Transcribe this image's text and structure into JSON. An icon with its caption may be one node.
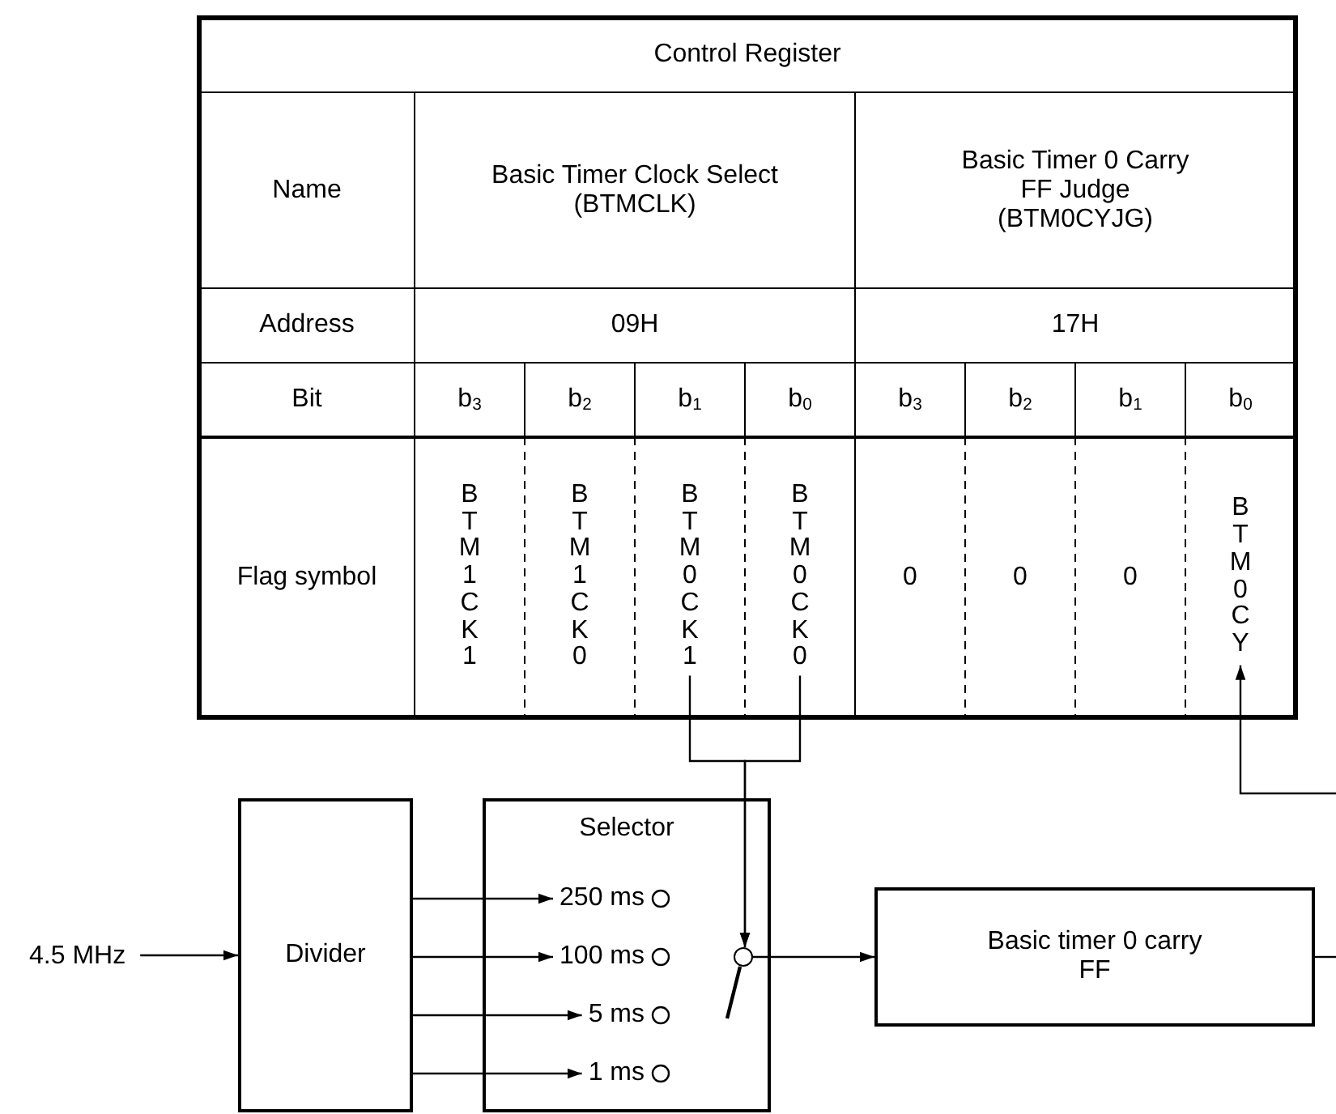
{
  "diagram": {
    "nodes": [
      {
        "text": [
          "4.5 MHz"
        ]
      },
      {
        "text": [
          "Divider"
        ]
      },
      {
        "text": [
          "Selector"
        ]
      },
      {
        "text": [
          "250 ms"
        ],
        "in": 2
      },
      {
        "text": [
          "100 ms"
        ],
        "in": 2
      },
      {
        "text": [
          "5 ms"
        ],
        "in": 2
      },
      {
        "text": [
          "1 ms"
        ],
        "in": 2
      },
      {
        "text": [],
        "shape": "circle",
        "in": 2
      },
      {
        "text": [
          "Basic timer 0 carry FF"
        ]
      },
      {
        "text": [
          "Control Register"
        ]
      },
      {
        "text": [
          "BTM0CK1"
        ],
        "in": 9
      },
      {
        "text": [
          "BTM0CK0"
        ],
        "in": 9
      },
      {
        "text": [
          "BTM0CY"
        ],
        "in": 9
      }
    ],
    "edges": [
      {
        "from": 0,
        "to": 1,
        "arrow": "to"
      },
      {
        "from": 1,
        "to": 3,
        "arrow": "to"
      },
      {
        "from": 1,
        "to": 4,
        "arrow": "to"
      },
      {
        "from": 1,
        "to": 5,
        "arrow": "to"
      },
      {
        "from": 1,
        "to": 6,
        "arrow": "to"
      },
      {
        "from": 10,
        "to": 7,
        "arrow": "to"
      },
      {
        "from": 11,
        "to": 7,
        "arrow": "to"
      },
      {
        "from": 7,
        "to": 8,
        "arrow": "to"
      },
      {
        "from": 8,
        "to": null,
        "arrow": "none"
      },
      {
        "from": null,
        "to": 12,
        "arrow": "to"
      }
    ],
    "labels": [
      "Name",
      "Basic Timer Clock Select (BTMCLK)",
      "Basic Timer 0 Carry FF Judge (BTM0CYJG)",
      "Address",
      "09H",
      "17H",
      "Bit",
      "b$_{3}$",
      "b$_{2}$",
      "b$_{1}$",
      "b$_{0}$",
      "b$_{3}$",
      "b$_{2}$",
      "b$_{1}$",
      "b$_{0}$",
      "Flag symbol",
      "BTM1CK1",
      "BTM1CK0",
      "0",
      "0",
      "0"
    ]
  }
}
